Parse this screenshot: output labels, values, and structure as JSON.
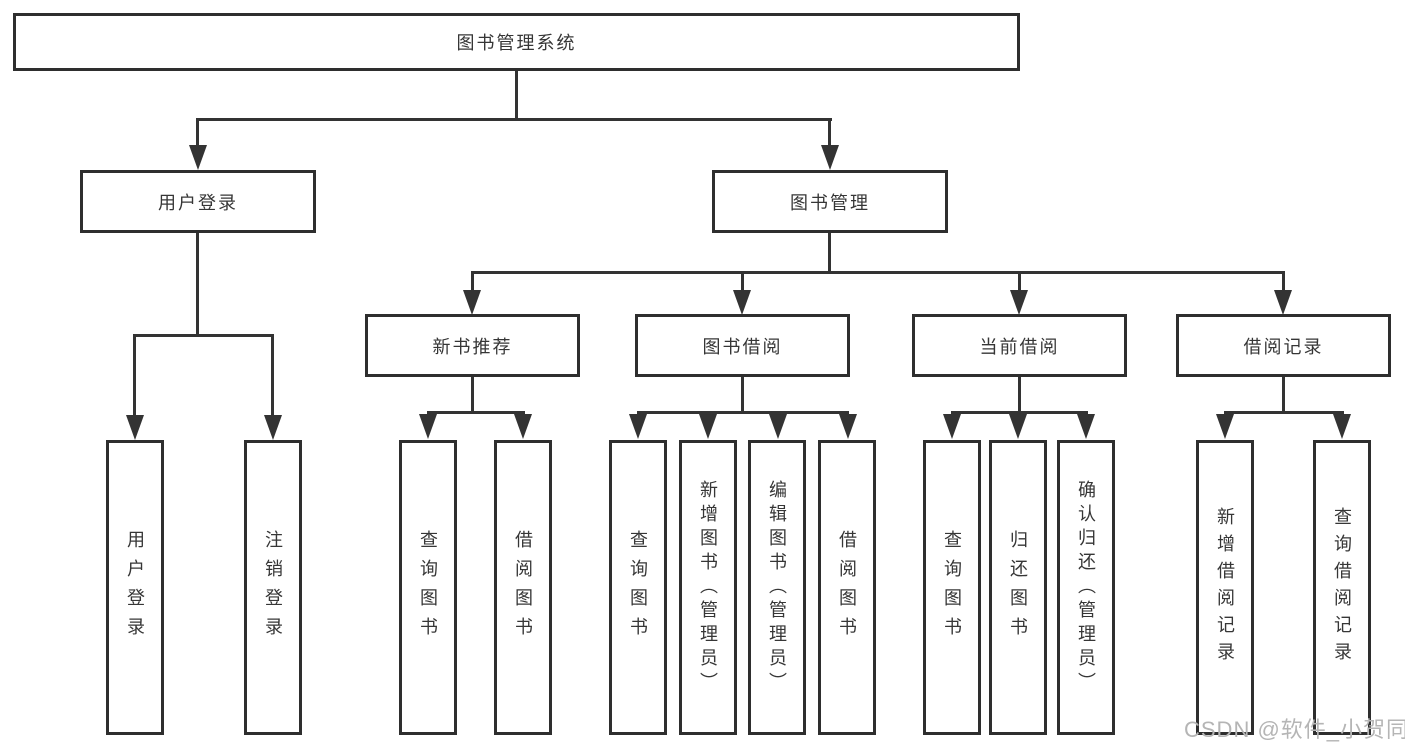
{
  "tree": {
    "root": {
      "label": "图书管理系统"
    },
    "branches": [
      {
        "label": "用户登录",
        "children": [
          {
            "label": "用户登录"
          },
          {
            "label": "注销登录"
          }
        ]
      },
      {
        "label": "图书管理",
        "sections": [
          {
            "label": "新书推荐",
            "children": [
              {
                "label": "查询图书"
              },
              {
                "label": "借阅图书"
              }
            ]
          },
          {
            "label": "图书借阅",
            "children": [
              {
                "label": "查询图书"
              },
              {
                "label": "新增图书（管理员）"
              },
              {
                "label": "编辑图书（管理员）"
              },
              {
                "label": "借阅图书"
              }
            ]
          },
          {
            "label": "当前借阅",
            "children": [
              {
                "label": "查询图书"
              },
              {
                "label": "归还图书"
              },
              {
                "label": "确认归还（管理员）"
              }
            ]
          },
          {
            "label": "借阅记录",
            "children": [
              {
                "label": "新增借阅记录"
              },
              {
                "label": "查询借阅记录"
              }
            ]
          }
        ]
      }
    ]
  },
  "watermark": {
    "text": "CSDN @软件_小贺同学"
  },
  "colors": {
    "line": "#333333",
    "box_border": "#2e2e2e",
    "text": "#363636",
    "watermark": "#b5b5b5",
    "background": "#ffffff"
  }
}
